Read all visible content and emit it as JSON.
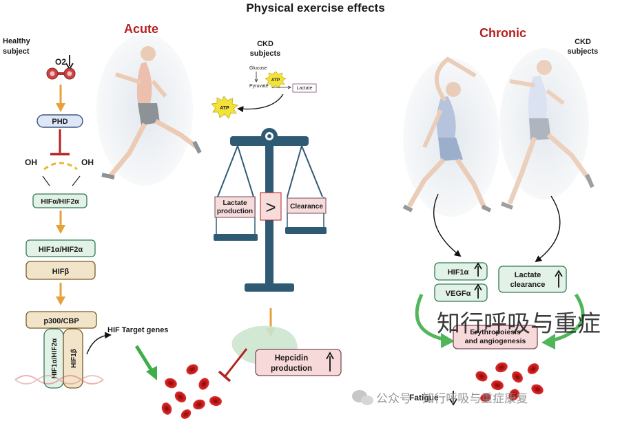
{
  "title": "Physical exercise effects",
  "acute": {
    "heading": "Acute",
    "healthy_subject": [
      "Healthy",
      "subject"
    ],
    "o2_label": "O2",
    "phd": "PHD",
    "oh_left": "OH",
    "oh_right": "OH",
    "hif_alpha_pair": "HIFα/HIF2α",
    "hif1a_hif2a": "HIF1α/HIF2α",
    "hif_beta": "HIFβ",
    "p300": "p300/CBP",
    "vertical_left": "HIF1α/HIF2α",
    "vertical_right": "HIF1β",
    "target_genes": "HIF Target genes"
  },
  "center": {
    "ckd_subjects": [
      "CKD",
      "subjects"
    ],
    "glucose": "Glucose",
    "pyruvate": "Pyruvate",
    "atp_small": "ATP",
    "lactate_box": "Lactate",
    "atp_large": "ATP",
    "lactate_production": [
      "Lactate",
      "production"
    ],
    "comparator": ">",
    "clearance": "Clearance",
    "hepcidin": [
      "Hepcidin",
      "production"
    ]
  },
  "chronic": {
    "heading": "Chronic",
    "ckd_subjects": [
      "CKD",
      "subjects"
    ],
    "hif1a": "HIF1α",
    "vegfa": "VEGFα",
    "lactate_clearance": [
      "Lactate",
      "clearance"
    ],
    "erythropoiesis": [
      "Erythropoiesis",
      "and angiogenesis"
    ],
    "fatigue": "Fatigue"
  },
  "watermark": {
    "large": "知行呼吸与重症",
    "small": "公众号 · 知行呼吸与重症康复"
  },
  "colors": {
    "title_red": "#b5211f",
    "box_fill": "#e2f2e6",
    "box_stroke": "#2f7a57",
    "tan_fill": "#f2e4c8",
    "tan_stroke": "#7a5a2a",
    "pink_fill": "#f7d9d9",
    "pink_stroke": "#b77575",
    "orange_arrow": "#e8a13a",
    "green_arrow": "#3fae49",
    "scale": "#2f5a73",
    "red_cell": "#cf1f1f"
  }
}
